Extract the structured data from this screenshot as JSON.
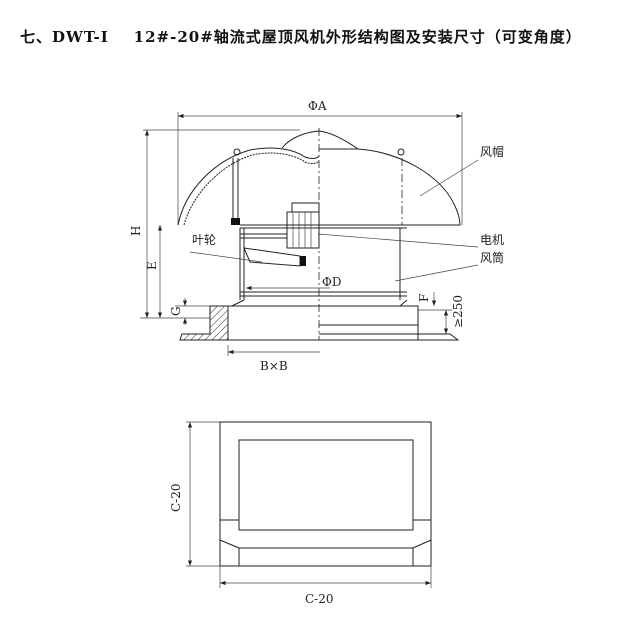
{
  "title": "七、DWT-Ⅰ    12#-20#轴流式屋顶风机外形结构图及安装尺寸（可变角度）",
  "side_view": {
    "dim_A": "ΦA",
    "dim_H": "H",
    "dim_E": "E",
    "dim_G": "G",
    "dim_F": "F",
    "dim_D": "ΦD",
    "dim_250": "≥250",
    "dim_BxB": "B×B",
    "label_cap": "风帽",
    "label_motor": "电机",
    "label_duct": "风筒",
    "label_impeller": "叶轮"
  },
  "base_view": {
    "dim_vertical": "C-20",
    "dim_horizontal": "C-20"
  }
}
